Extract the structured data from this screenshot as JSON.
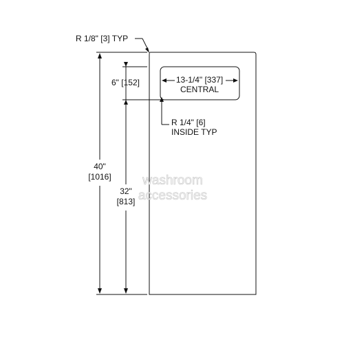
{
  "corner_radius_note": "R 1/8\" [3] TYP",
  "opening_width": {
    "dimension": "13-1/4\" [337]",
    "position": "CENTRAL"
  },
  "opening_top_offset": "6\" [152]",
  "inside_radius_note": {
    "line1": "R 1/4\" [6]",
    "line2": "INSIDE TYP"
  },
  "overall_height": {
    "imperial": "40\"",
    "metric": "[1016]"
  },
  "lower_height": {
    "imperial": "32\"",
    "metric": "[813]"
  },
  "watermark": {
    "line1": "washroom",
    "line2": "accessories"
  }
}
